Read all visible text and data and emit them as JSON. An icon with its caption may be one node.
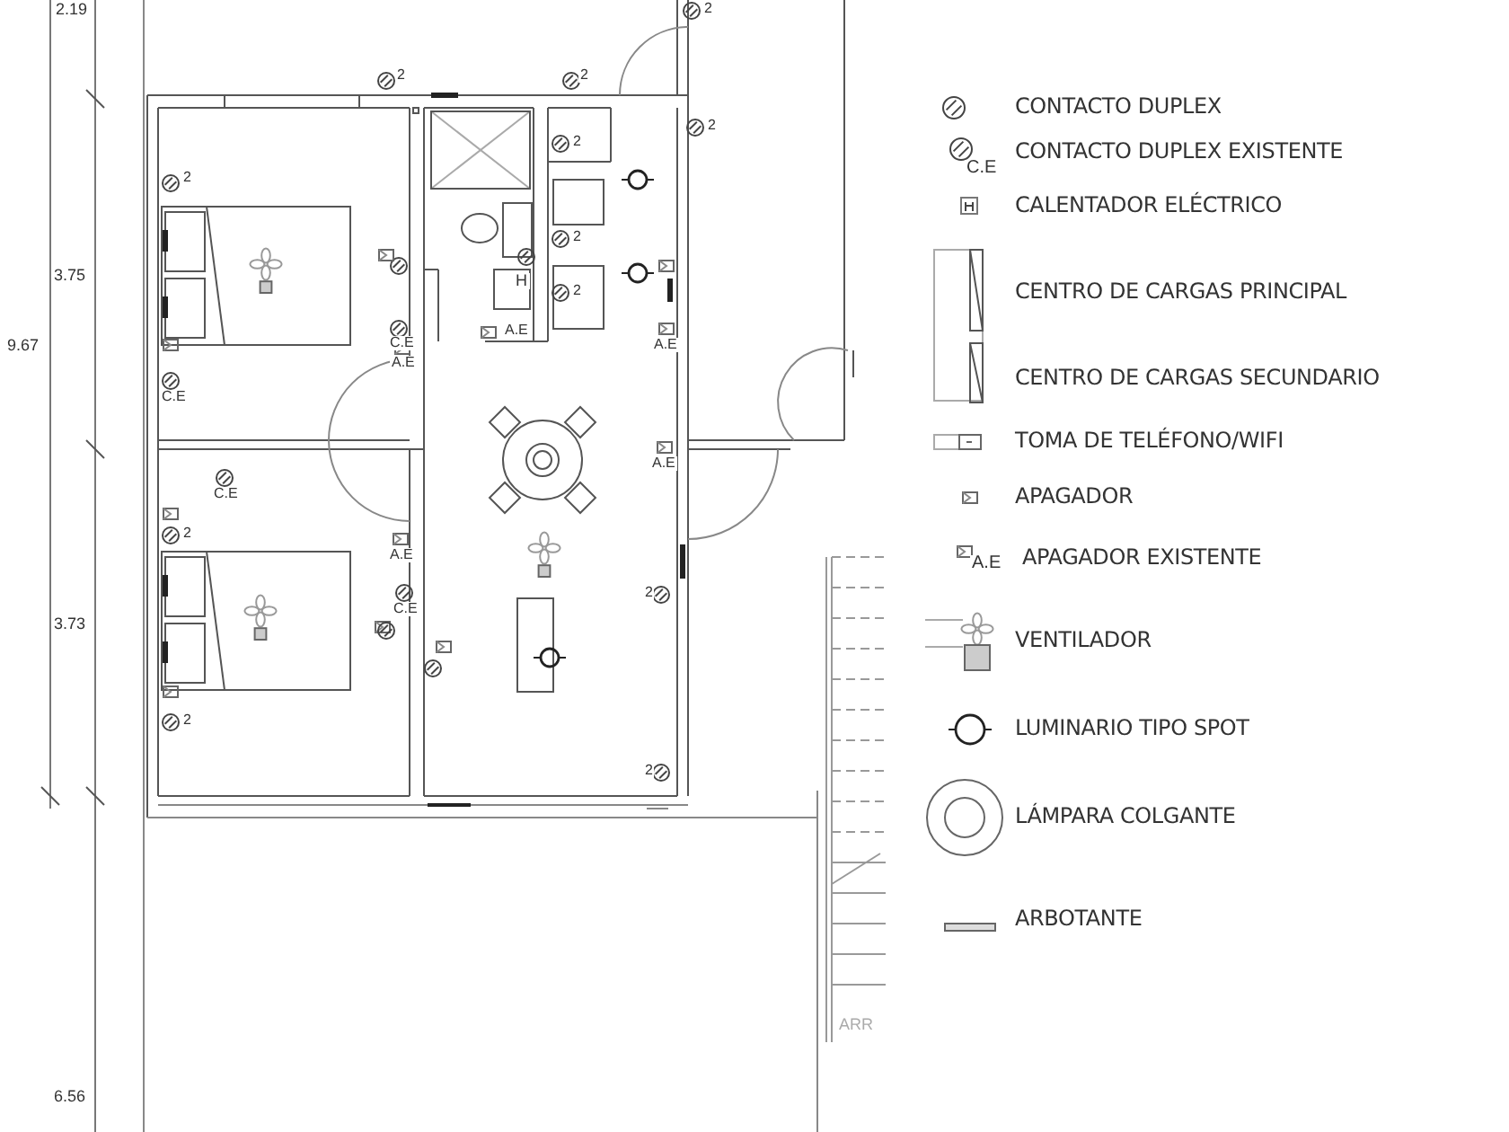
{
  "diagram": {
    "labels": [
      "2.19",
      "2",
      "2",
      "2",
      "2",
      "3.75",
      "9.67",
      "2",
      "2",
      "2",
      "H",
      "A.E",
      "C.E",
      "A.E",
      "2",
      "A.E",
      "C.E",
      "A.E",
      "C.E",
      "2",
      "A.E",
      "C.E",
      "2",
      "3.73",
      "2",
      "2",
      "ARR",
      "6.56",
      "C.E",
      "A.E"
    ],
    "legend": [
      {
        "text": "CONTACTO DUPLEX"
      },
      {
        "text": "CONTACTO DUPLEX EXISTENTE"
      },
      {
        "text": "CALENTADOR ELÉCTRICO"
      },
      {
        "text": "CENTRO DE CARGAS PRINCIPAL"
      },
      {
        "text": "CENTRO DE CARGAS SECUNDARIO"
      },
      {
        "text": "TOMA DE TELÉFONO/WIFI"
      },
      {
        "text": "APAGADOR"
      },
      {
        "text": "APAGADOR EXISTENTE"
      },
      {
        "text": "VENTILADOR"
      },
      {
        "text": "LUMINARIO TIPO SPOT"
      },
      {
        "text": "LÁMPARA COLGANTE"
      },
      {
        "text": "ARBOTANTE"
      }
    ]
  }
}
